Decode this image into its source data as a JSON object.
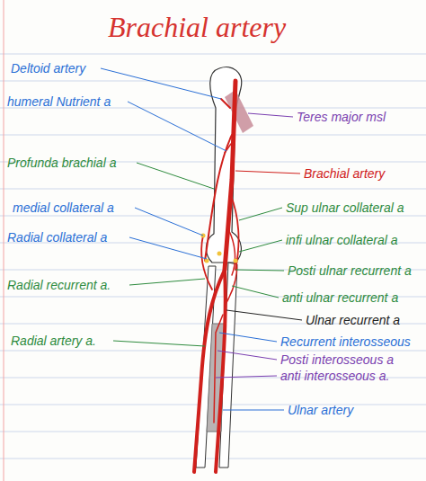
{
  "diagram": {
    "title": "Brachial artery",
    "labels": [
      "Deltoid artery",
      "humeral Nutrient a",
      "Profunda brachial a",
      "medial collateral a",
      "Radial collateral a",
      "Radial recurrent a.",
      "Radial artery a.",
      "Teres major msl",
      "Brachial artery",
      "Sup ulnar collateral a",
      "infi ulnar collateral a",
      "Posti ulnar recurrent a",
      "anti ulnar recurrent a",
      "Ulnar recurrent a",
      "Recurrent interosseous",
      "Posti interosseous a",
      "anti interosseous a.",
      "Ulnar artery"
    ]
  }
}
